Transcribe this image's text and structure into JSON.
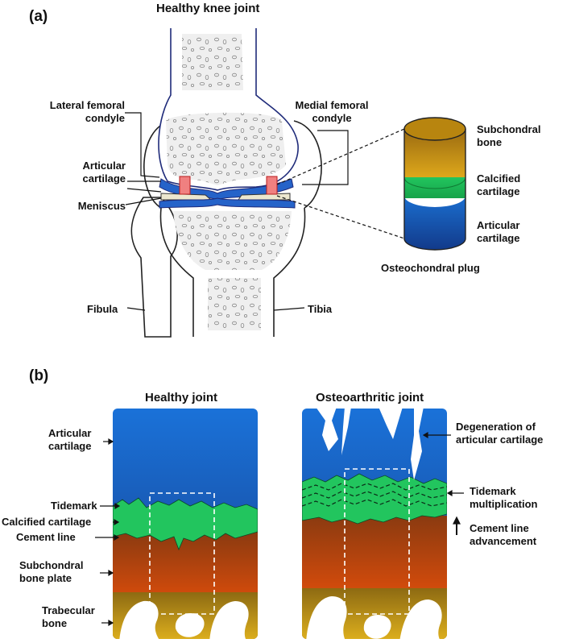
{
  "panel_a": {
    "letter": "(a)",
    "title": "Healthy knee joint",
    "labels": {
      "lateral_femoral": [
        "Lateral femoral",
        "condyle"
      ],
      "medial_femoral": [
        "Medial femoral",
        "condyle"
      ],
      "articular_cartilage": [
        "Articular",
        "cartilage"
      ],
      "meniscus": "Meniscus",
      "fibula": "Fibula",
      "tibia": "Tibia"
    },
    "plug": {
      "caption": "Osteochondral plug",
      "layers": [
        {
          "name": [
            "Subchondral",
            "bone"
          ],
          "color": "#c8960c"
        },
        {
          "name": [
            "Calcified",
            "cartilage"
          ],
          "color": "#19b24b"
        },
        {
          "name": [
            "Articular",
            "cartilage"
          ],
          "color": "#1566b8"
        }
      ]
    }
  },
  "panel_b": {
    "letter": "(b)",
    "healthy": {
      "title": "Healthy joint",
      "labels": {
        "articular_cartilage": [
          "Articular",
          "cartilage"
        ],
        "tidemark": "Tidemark",
        "calcified_cartilage": "Calcified cartilage",
        "cement_line": "Cement line",
        "subchondral_bone_plate": [
          "Subchondral",
          "bone plate"
        ],
        "trabecular_bone": [
          "Trabecular",
          "bone"
        ]
      }
    },
    "oa": {
      "title": "Osteoarthritic joint",
      "labels": {
        "degeneration": [
          "Degeneration of",
          "articular cartilage"
        ],
        "tidemark_multiplication": [
          "Tidemark",
          "multiplication"
        ],
        "cement_line_advancement": [
          "Cement line",
          "advancement"
        ]
      }
    }
  },
  "colors": {
    "bone_fill": "#efefef",
    "cartilage_blue": "#2563c9",
    "meniscus": "#ece7cf",
    "plug_marker": "#f08080",
    "calcified_green": "#22c55e",
    "bone_orange": "#c2410c",
    "trabecular_gold": "#c9a21a"
  }
}
